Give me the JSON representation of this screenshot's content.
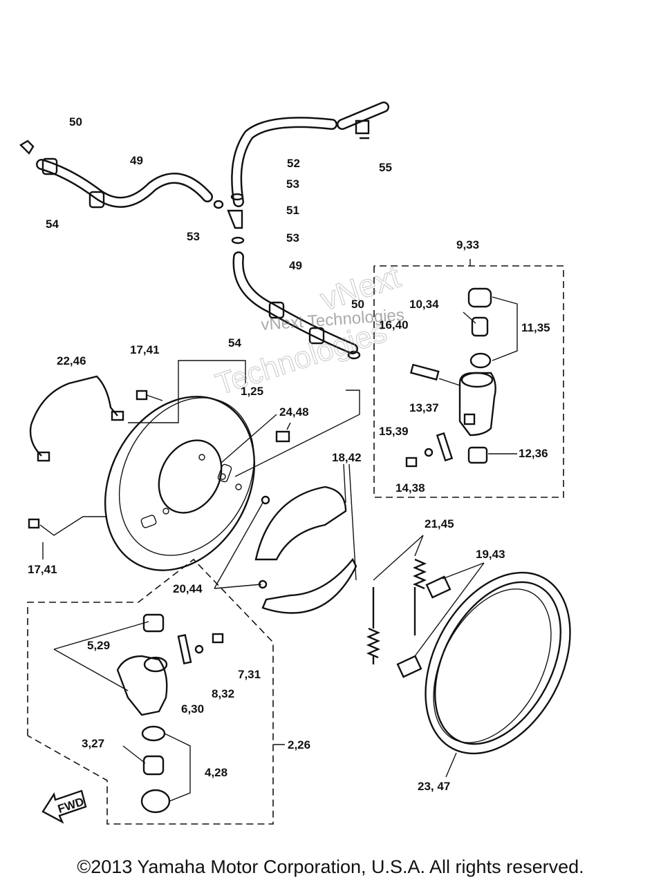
{
  "callouts": [
    {
      "id": "c50a",
      "text": "50"
    },
    {
      "id": "c49a",
      "text": "49"
    },
    {
      "id": "c54a",
      "text": "54"
    },
    {
      "id": "c52",
      "text": "52"
    },
    {
      "id": "c55",
      "text": "55"
    },
    {
      "id": "c53a",
      "text": "53"
    },
    {
      "id": "c51",
      "text": "51"
    },
    {
      "id": "c53b",
      "text": "53"
    },
    {
      "id": "c53c",
      "text": "53"
    },
    {
      "id": "c49b",
      "text": "49"
    },
    {
      "id": "c9_33",
      "text": "9,33"
    },
    {
      "id": "c10_34",
      "text": "10,34"
    },
    {
      "id": "c11_35",
      "text": "11,35"
    },
    {
      "id": "c50b",
      "text": "50"
    },
    {
      "id": "c16_40",
      "text": "16,40"
    },
    {
      "id": "c54b",
      "text": "54"
    },
    {
      "id": "c22_46",
      "text": "22,46"
    },
    {
      "id": "c17_41a",
      "text": "17,41"
    },
    {
      "id": "c1_25",
      "text": "1,25"
    },
    {
      "id": "c13_37",
      "text": "13,37"
    },
    {
      "id": "c24_48",
      "text": "24,48"
    },
    {
      "id": "c15_39",
      "text": "15,39"
    },
    {
      "id": "c12_36",
      "text": "12,36"
    },
    {
      "id": "c14_38",
      "text": "14,38"
    },
    {
      "id": "c18_42",
      "text": "18,42"
    },
    {
      "id": "c21_45",
      "text": "21,45"
    },
    {
      "id": "c17_41b",
      "text": "17,41"
    },
    {
      "id": "c19_43",
      "text": "19,43"
    },
    {
      "id": "c20_44",
      "text": "20,44"
    },
    {
      "id": "c5_29",
      "text": "5,29"
    },
    {
      "id": "c7_31",
      "text": "7,31"
    },
    {
      "id": "c8_32",
      "text": "8,32"
    },
    {
      "id": "c6_30",
      "text": "6,30"
    },
    {
      "id": "c2_26",
      "text": "2,26"
    },
    {
      "id": "c3_27",
      "text": "3,27"
    },
    {
      "id": "c4_28",
      "text": "4,28"
    },
    {
      "id": "c23_47",
      "text": "23, 47"
    }
  ],
  "fwd_arrow": "FWD",
  "watermark": {
    "line1": "vNext",
    "line2": "vNext Technologies",
    "line3": "Technologies"
  },
  "copyright": "©2013 Yamaha Motor Corporation, U.S.A. All rights reserved."
}
